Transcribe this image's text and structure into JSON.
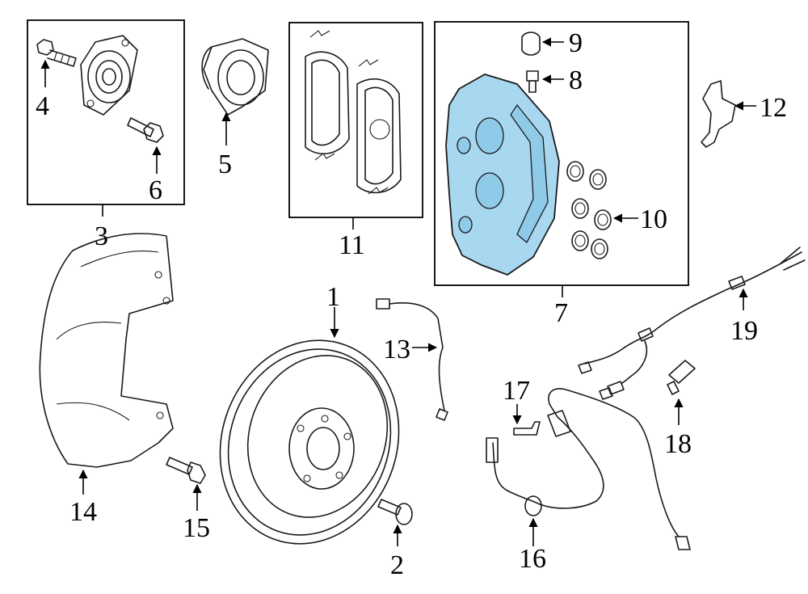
{
  "labels": {
    "n1": "1",
    "n2": "2",
    "n3": "3",
    "n4": "4",
    "n5": "5",
    "n6": "6",
    "n7": "7",
    "n8": "8",
    "n9": "9",
    "n10": "10",
    "n11": "11",
    "n12": "12",
    "n13": "13",
    "n14": "14",
    "n15": "15",
    "n16": "16",
    "n17": "17",
    "n18": "18",
    "n19": "19"
  },
  "highlight_color": "#a8d8f0",
  "highlighted_part": "7"
}
